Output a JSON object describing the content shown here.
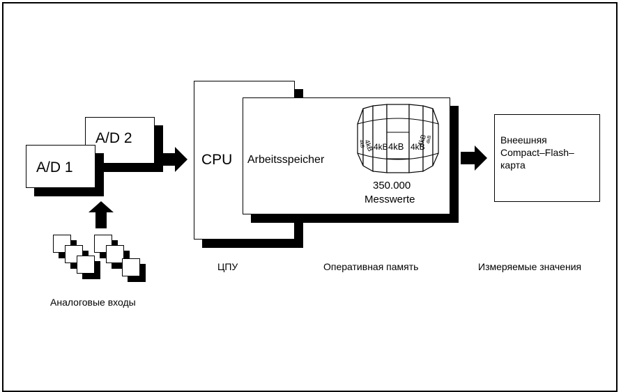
{
  "diagram": {
    "ad1_label": "A/D 1",
    "ad2_label": "A/D 2",
    "cpu_label": "CPU",
    "memory_label": "Arbeitsspeicher",
    "memory_blocks": [
      "4kB",
      "4kB",
      "4kB",
      "4kB",
      "4kB",
      "4kB",
      "4kB"
    ],
    "count_value": "350.000",
    "count_unit": "Messwerte",
    "card_line1": "Внеешняя",
    "card_line2": "Compact–Flash–",
    "card_line3": "карта",
    "caption_inputs": "Аналоговые входы",
    "caption_cpu": "ЦПУ",
    "caption_memory": "Оперативная память",
    "caption_values": "Измеряемые значения"
  }
}
